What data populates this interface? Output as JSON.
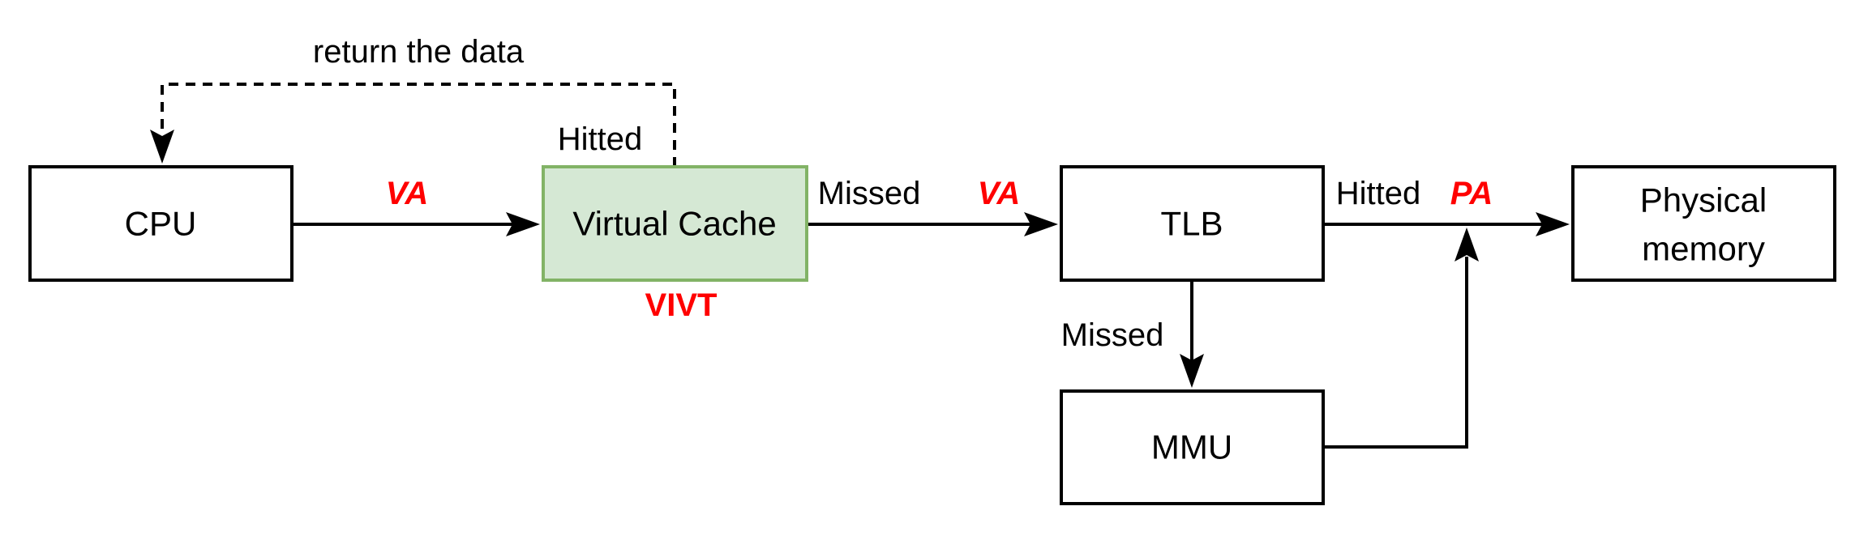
{
  "diagram": {
    "type": "flowchart",
    "background_color": "#ffffff",
    "colors": {
      "line": "#000000",
      "box_fill": "#ffffff",
      "box_border": "#000000",
      "red_label": "#ff0000",
      "virtual_cache_fill": "#d5e8d4",
      "virtual_cache_border": "#82b366"
    },
    "nodes": {
      "cpu": {
        "label": "CPU"
      },
      "virtual_cache": {
        "label": "Virtual Cache",
        "tag": "VIVT"
      },
      "tlb": {
        "label": "TLB"
      },
      "physical_memory": {
        "label_line1": "Physical",
        "label_line2": "memory"
      },
      "mmu": {
        "label": "MMU"
      }
    },
    "edges": {
      "cpu_to_virtual_cache": {
        "from": "CPU",
        "to": "Virtual Cache",
        "label": "VA",
        "style": "solid"
      },
      "virtual_cache_return": {
        "from": "Virtual Cache",
        "to": "CPU",
        "condition": "Hitted",
        "label": "return the data",
        "style": "dashed"
      },
      "virtual_cache_to_tlb": {
        "from": "Virtual Cache",
        "to": "TLB",
        "condition": "Missed",
        "label": "VA",
        "style": "solid"
      },
      "tlb_to_physical_memory": {
        "from": "TLB",
        "to": "Physical memory",
        "condition": "Hitted",
        "label": "PA",
        "style": "solid"
      },
      "tlb_to_mmu": {
        "from": "TLB",
        "to": "MMU",
        "condition": "Missed",
        "style": "solid"
      },
      "mmu_to_physical_memory": {
        "from": "MMU",
        "to": "Physical memory",
        "style": "solid"
      }
    }
  }
}
